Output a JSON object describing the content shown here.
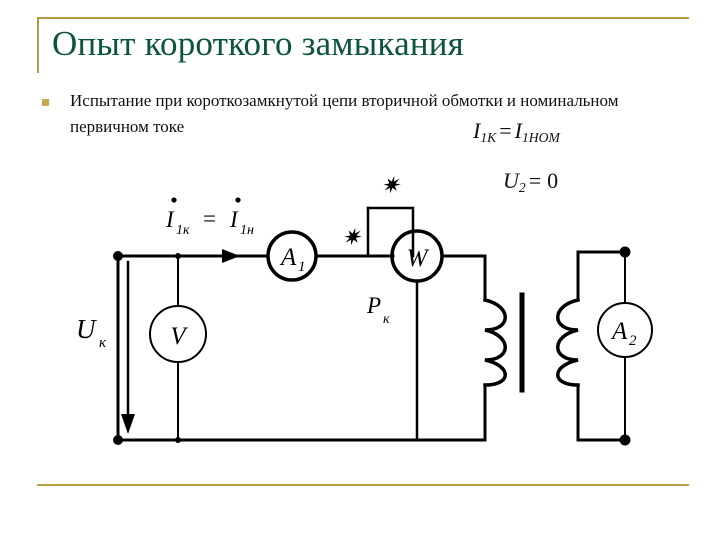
{
  "slide": {
    "title": "Опыт короткого замыкания",
    "bullet_text": "Испытание при короткозамкнутой цепи вторичной обмотки и номинальном первичном токе",
    "accent_gold": "#b09b40",
    "title_green": "#0b5440",
    "bullet_gold": "#c8a84b",
    "bullet_marker_name": "gold-square-bullet"
  },
  "formulas": {
    "current_equality": {
      "lhs_symbol": "I",
      "lhs_sub": "1К",
      "operator": "=",
      "rhs_symbol": "I",
      "rhs_sub": "1НОМ"
    },
    "secondary_voltage": {
      "lhs_symbol": "U",
      "lhs_sub": "2",
      "operator": "=",
      "rhs_value": "0"
    }
  },
  "circuit": {
    "title": "short-circuit-test-schematic",
    "labels": {
      "current_phasor_lhs": "I",
      "current_phasor_lhs_sub": "1к",
      "current_phasor_eq": "=",
      "current_phasor_rhs": "I",
      "current_phasor_rhs_sub": "1н",
      "source_voltage": "U",
      "source_voltage_sub": "к",
      "power": "P",
      "power_sub": "к",
      "ammeter_primary": "A",
      "ammeter_primary_sub": "1",
      "ammeter_secondary": "A",
      "ammeter_secondary_sub": "2",
      "voltmeter": "V",
      "wattmeter": "W",
      "polarity_mark_current": "✷",
      "polarity_mark_voltage": "✷"
    }
  }
}
